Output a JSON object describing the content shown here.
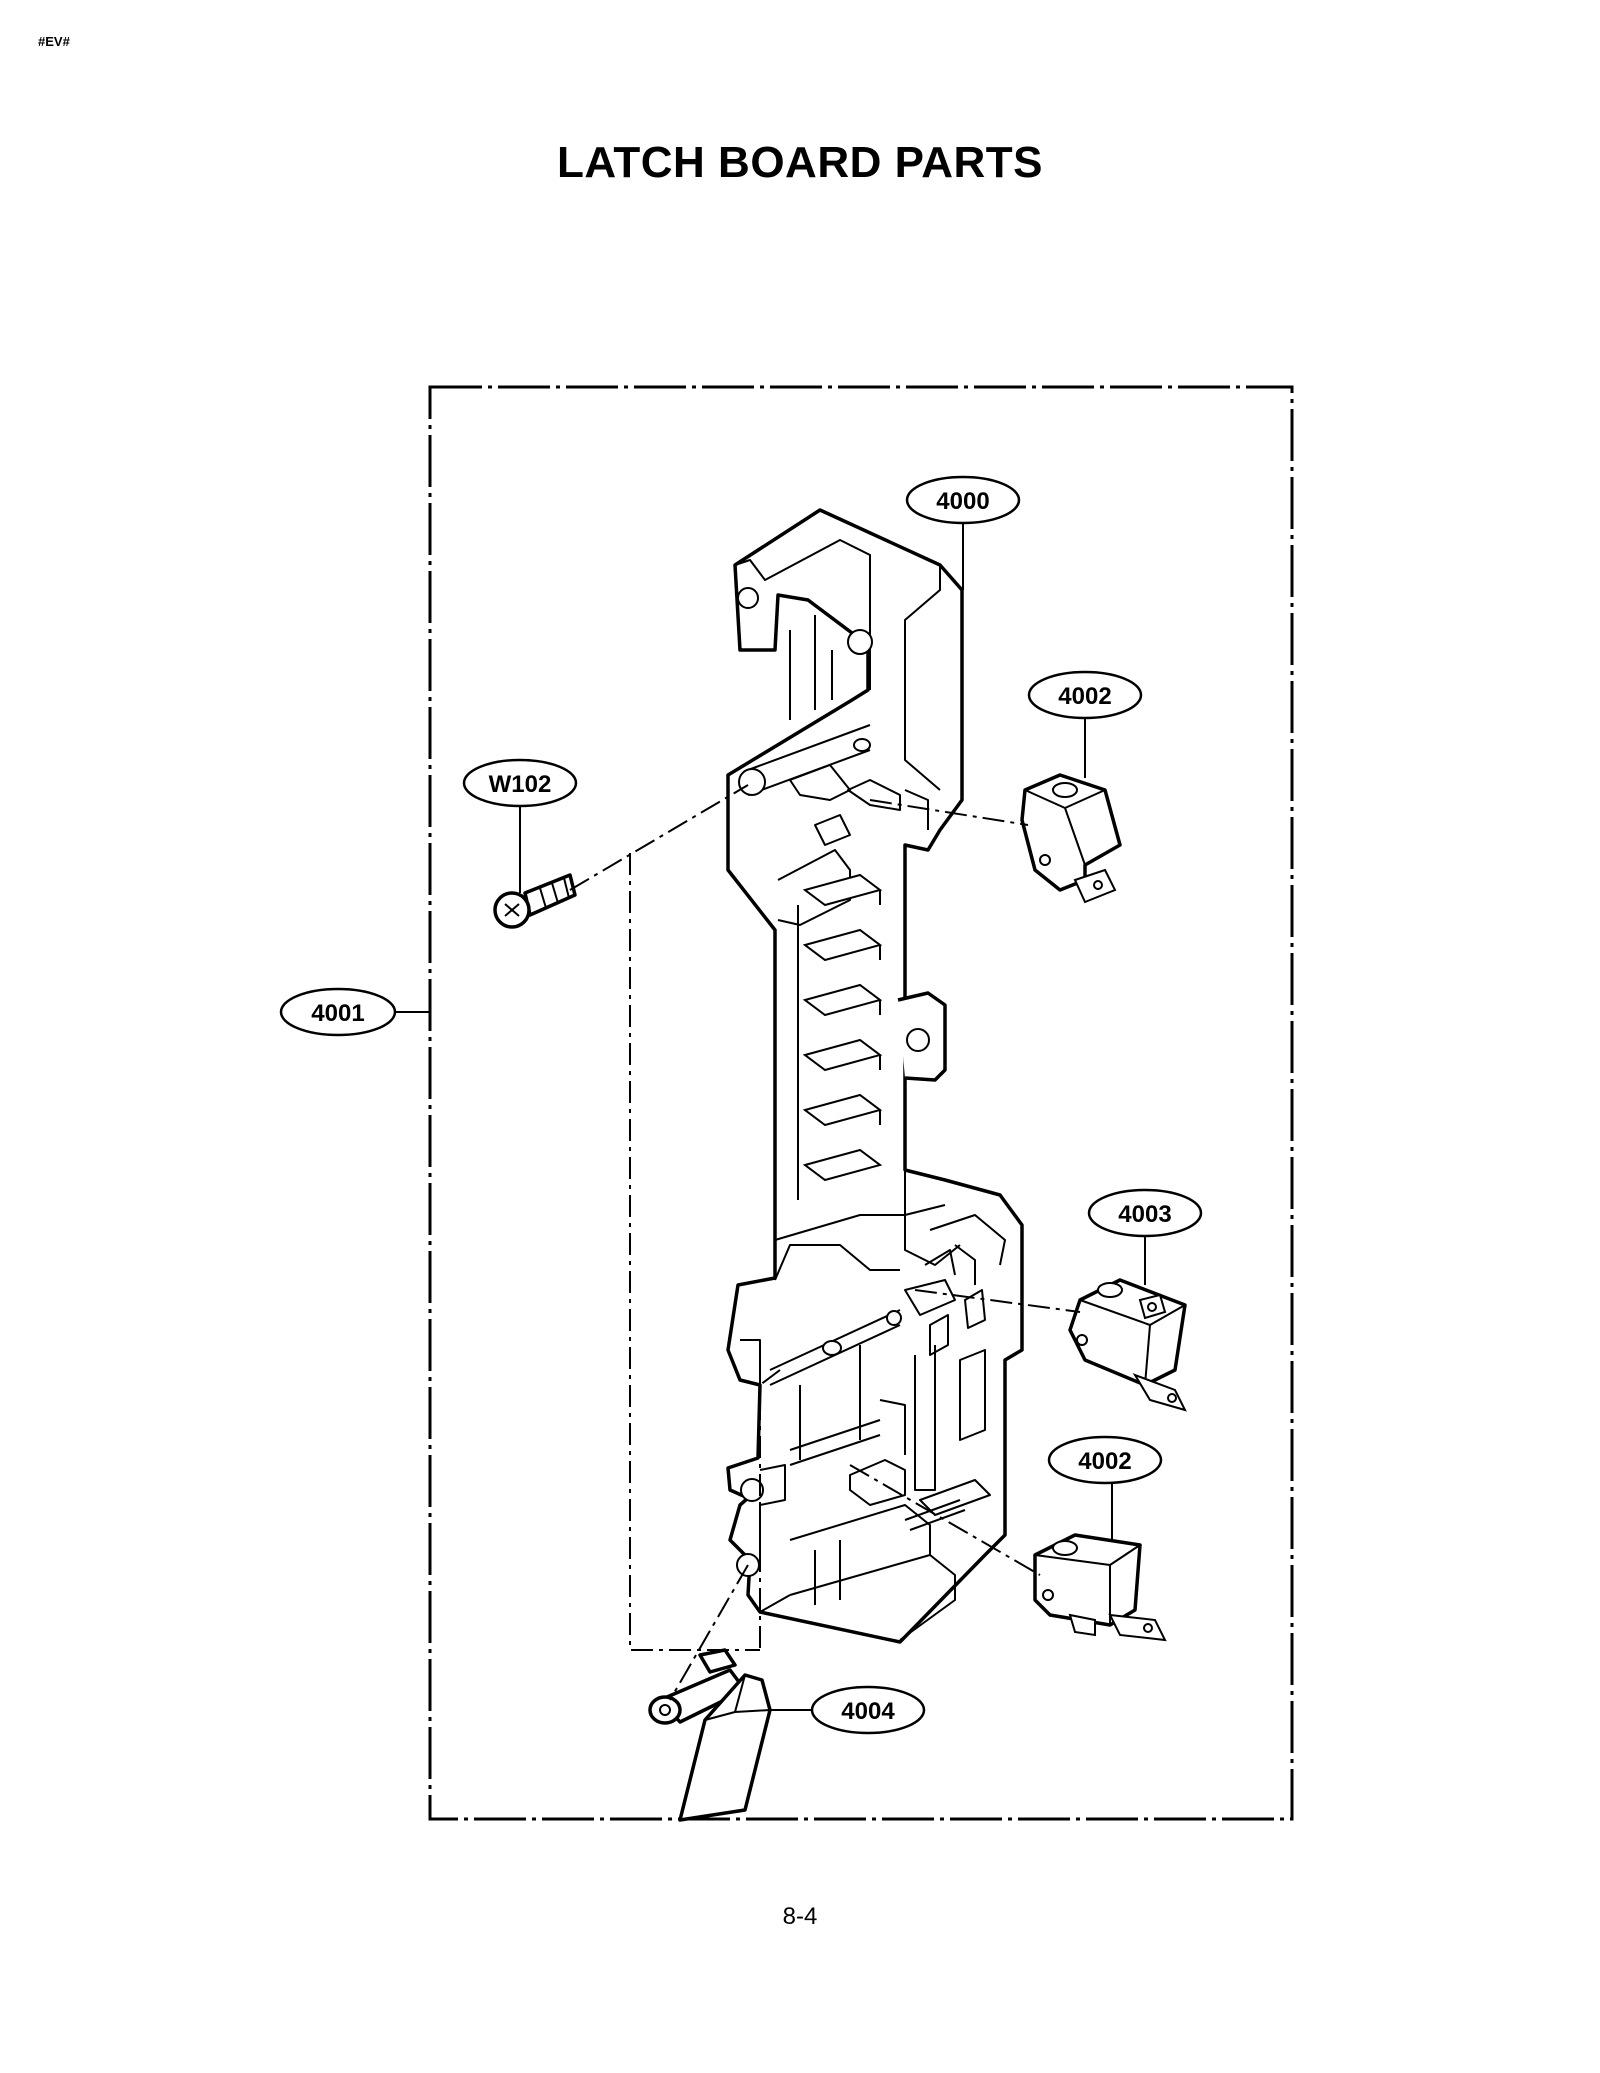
{
  "header": {
    "doc_code": "#EV#"
  },
  "title": "LATCH BOARD PARTS",
  "part_labels": {
    "latch_board": "4000",
    "latch_board_assembly": "4001",
    "switch_top": "4002",
    "switch_middle": "4003",
    "switch_bottom": "4002",
    "lever": "4004",
    "screw": "W102"
  },
  "footer": {
    "page_number": "8-4"
  }
}
